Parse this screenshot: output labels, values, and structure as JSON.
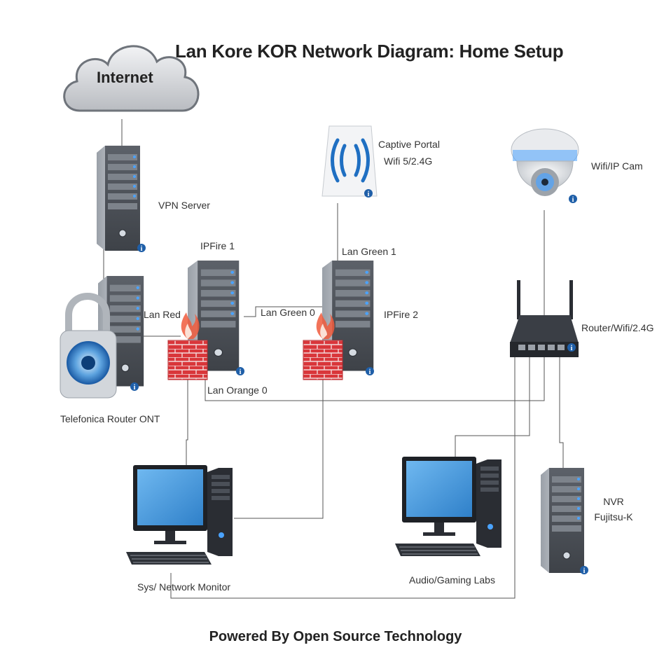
{
  "title": "Lan Kore KOR Network Diagram: Home Setup",
  "footer": "Powered By Open Source Technology",
  "nodes": {
    "internet": {
      "label": "Internet",
      "icon": "cloud-icon"
    },
    "vpn_server": {
      "label": "VPN Server",
      "icon": "server-tower-icon"
    },
    "telefonica": {
      "label": "Telefonica Router ONT",
      "icon": "padlock-server-icon"
    },
    "ipfire1": {
      "label": "IPFire 1",
      "icon": "firewall-server-icon"
    },
    "ipfire2": {
      "label": "IPFire 2",
      "icon": "firewall-server-icon"
    },
    "captive_portal": {
      "label_line1": "Captive Portal",
      "label_line2": "Wifi 5/2.4G",
      "icon": "wireless-access-point-icon"
    },
    "ip_cam": {
      "label": "Wifi/IP Cam",
      "icon": "dome-camera-icon"
    },
    "router": {
      "label": "Router/Wifi/2.4G",
      "icon": "wifi-router-icon"
    },
    "monitor_pc": {
      "label": "Sys/ Network Monitor",
      "icon": "desktop-computer-icon"
    },
    "gaming_pc": {
      "label": "Audio/Gaming Labs",
      "icon": "desktop-computer-icon"
    },
    "nvr": {
      "label_line1": "NVR",
      "label_line2": "Fujitsu-K",
      "icon": "server-tower-icon"
    }
  },
  "links": {
    "lan_red": "Lan Red",
    "lan_green0": "Lan Green 0",
    "lan_green1": "Lan Green 1",
    "lan_orange0": "Lan Orange 0"
  },
  "colors": {
    "server_body": "#8a8f96",
    "firewall_brick": "#d9363a",
    "screen_blue": "#3a8fd6",
    "info_badge": "#1f5fa8",
    "wifi_arcs": "#1f6fc2"
  }
}
